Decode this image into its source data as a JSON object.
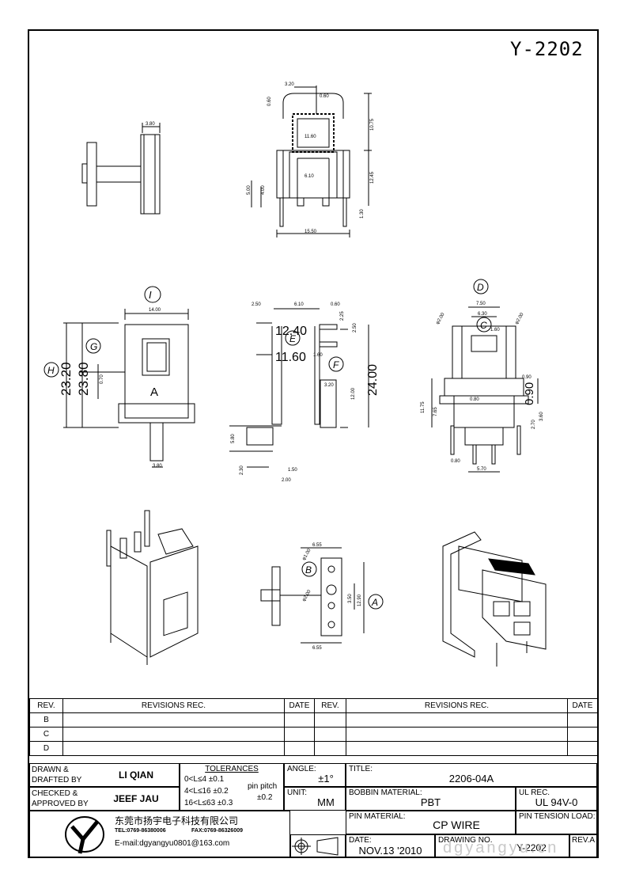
{
  "drawing_code": "Y-2202",
  "dims": {
    "top_view": [
      "3.20",
      "0.60",
      "0.60",
      "10.75",
      "11.60",
      "12.45",
      "6.10",
      "5.00",
      "4.00",
      "1.30",
      "15.50"
    ],
    "side_top": "3.80",
    "front": {
      "w": "14.00",
      "h1": "23.20",
      "h2": "23.80",
      "small": "0.70",
      "bottom": "3.80",
      "letter": "A"
    },
    "section": {
      "a": "2.50",
      "b": "6.10",
      "c": "0.60",
      "d": "2.25",
      "big1": "12.40",
      "big2": "11.60",
      "e": "1.60",
      "f": "2.50",
      "g": "24.00",
      "h": "3.20",
      "i": "12.00",
      "j": "5.80",
      "k": "2.30",
      "l": "1.50",
      "m": "2.00"
    },
    "right": {
      "a": "7.50",
      "b": "6.30",
      "c": "φ2.00",
      "d": "φ2.00",
      "e": "1.60",
      "f": "11.75",
      "g": "7.65",
      "h": "0.90",
      "i": "0.80",
      "j": "0.90",
      "k": "3.60",
      "l": "2.70",
      "m": "0.80",
      "n": "5.70"
    },
    "bottom": {
      "a": "6.55",
      "b": "φ1.00",
      "c": "φ2.00",
      "d": "3.50",
      "e": "12.90",
      "f": "6.55"
    }
  },
  "callouts": [
    "I",
    "G",
    "H",
    "E",
    "F",
    "D",
    "C",
    "B",
    "A"
  ],
  "revisions": {
    "headers": {
      "rev": "REV.",
      "rec": "REVISIONS   REC.",
      "date": "DATE"
    },
    "rows": [
      "",
      "B",
      "C",
      "D"
    ]
  },
  "info": {
    "drawn_label": "DRAWN &\nDRAFTED BY",
    "drawn_value": "LI QIAN",
    "checked_label": "CHECKED &\nAPPROVED BY",
    "checked_value": "JEEF JAU",
    "tol_title": "TOLERANCES",
    "tol1": "0<L≤4    ±0.1",
    "tol2": "4<L≤16  ±0.2",
    "tol3": "16<L≤63  ±0.3",
    "pin_pitch": "pin pitch",
    "pin_pitch_tol": "±0.2",
    "angle_label": "ANGLE:",
    "angle_value": "±1°",
    "unit_label": "UNIT:",
    "unit_value": "MM",
    "title_label": "TITLE:",
    "title_value": "2206-04A",
    "bobbin_label": "BOBBIN MATERIAL:",
    "bobbin_value": "PBT",
    "ul_label": "UL REC.",
    "ul_value": "UL 94V-0",
    "pin_mat_label": "PIN MATERIAL:",
    "pin_mat_value": "CP WIRE",
    "pin_tension_label": "PIN TENSION LOAD:",
    "date_label": "DATE:",
    "date_value": "NOV.13 '2010",
    "drawing_no_label": "DRAWING NO.",
    "drawing_no_value": "Y-2202",
    "rev_label": "REV.A",
    "company": "东莞市扬宇电子科技有限公司",
    "tel": "TEL:0769-86380006",
    "fax": "FAX:0769-86326009",
    "email": "E-mail:dgyangyu0801@163.com",
    "watermark": "dgyangyu.cn"
  }
}
